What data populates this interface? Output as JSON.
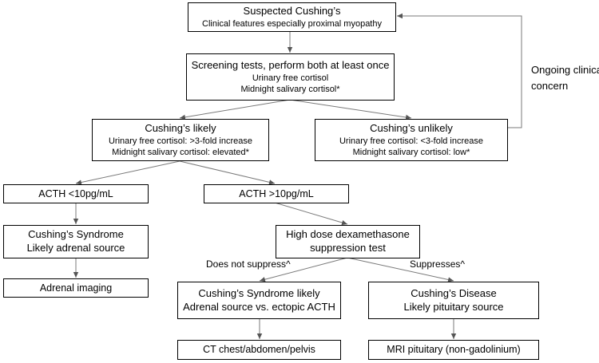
{
  "nodes": {
    "suspected": {
      "title": "Suspected Cushing’s",
      "lines": [
        "Clinical features especially proximal myopathy"
      ]
    },
    "screening": {
      "title": "Screening tests, perform both at least once",
      "lines": [
        "Urinary free cortisol",
        "Midnight salivary cortisol*"
      ]
    },
    "likely": {
      "title": "Cushing’s likely",
      "lines": [
        "Urinary free cortisol: >3-fold increase",
        "Midnight salivary cortisol: elevated*"
      ]
    },
    "unlikely": {
      "title": "Cushing’s unlikely",
      "lines": [
        "Urinary free cortisol: <3-fold increase",
        "Midnight salivary cortisol: low*"
      ]
    },
    "acth_low": {
      "title": "ACTH <10pg/mL"
    },
    "acth_high": {
      "title": "ACTH >10pg/mL"
    },
    "syndrome_adrenal": {
      "title": "Cushing’s Syndrome",
      "lines": [
        "Likely adrenal source"
      ]
    },
    "dexamethasone": {
      "title": "High dose dexamethasone",
      "lines": [
        "suppression test"
      ]
    },
    "adrenal_imaging": {
      "title": "Adrenal imaging"
    },
    "syndrome_likely": {
      "title": "Cushing’s Syndrome likely",
      "lines": [
        "Adrenal source vs. ectopic ACTH"
      ]
    },
    "disease": {
      "title": "Cushing’s Disease",
      "lines": [
        "Likely pituitary source"
      ]
    },
    "ct": {
      "title": "CT chest/abdomen/pelvis"
    },
    "mri": {
      "title": "MRI pituitary (non-gadolinium)"
    }
  },
  "edge_labels": {
    "concern": [
      "Ongoing clinical",
      "concern"
    ],
    "not_suppress": "Does not suppress^",
    "suppresses": "Suppresses^"
  }
}
